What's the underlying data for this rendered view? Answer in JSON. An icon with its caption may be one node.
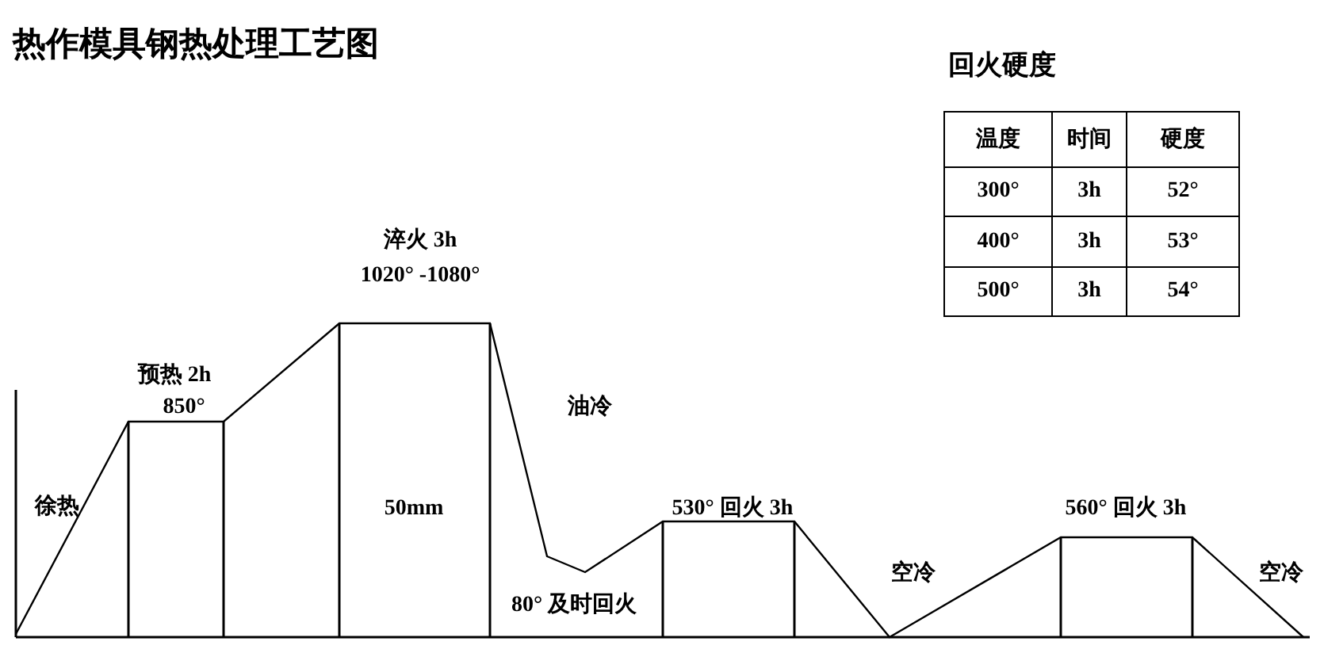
{
  "diagram": {
    "title": "热作模具钢热处理工艺图",
    "labels": [
      "回火硬度",
      "温度",
      "时间",
      "硬度",
      "300°",
      "3h",
      "52°",
      "400°",
      "3h",
      "53°",
      "500°",
      "3h",
      "54°",
      "淬火 3h",
      "1020° -1080°",
      "预热 2h",
      "850°",
      "油冷",
      "徐热",
      "50mm",
      "530° 回火 3h",
      "560° 回火 3h",
      "空冷",
      "空冷",
      "80° 及时回火"
    ]
  }
}
